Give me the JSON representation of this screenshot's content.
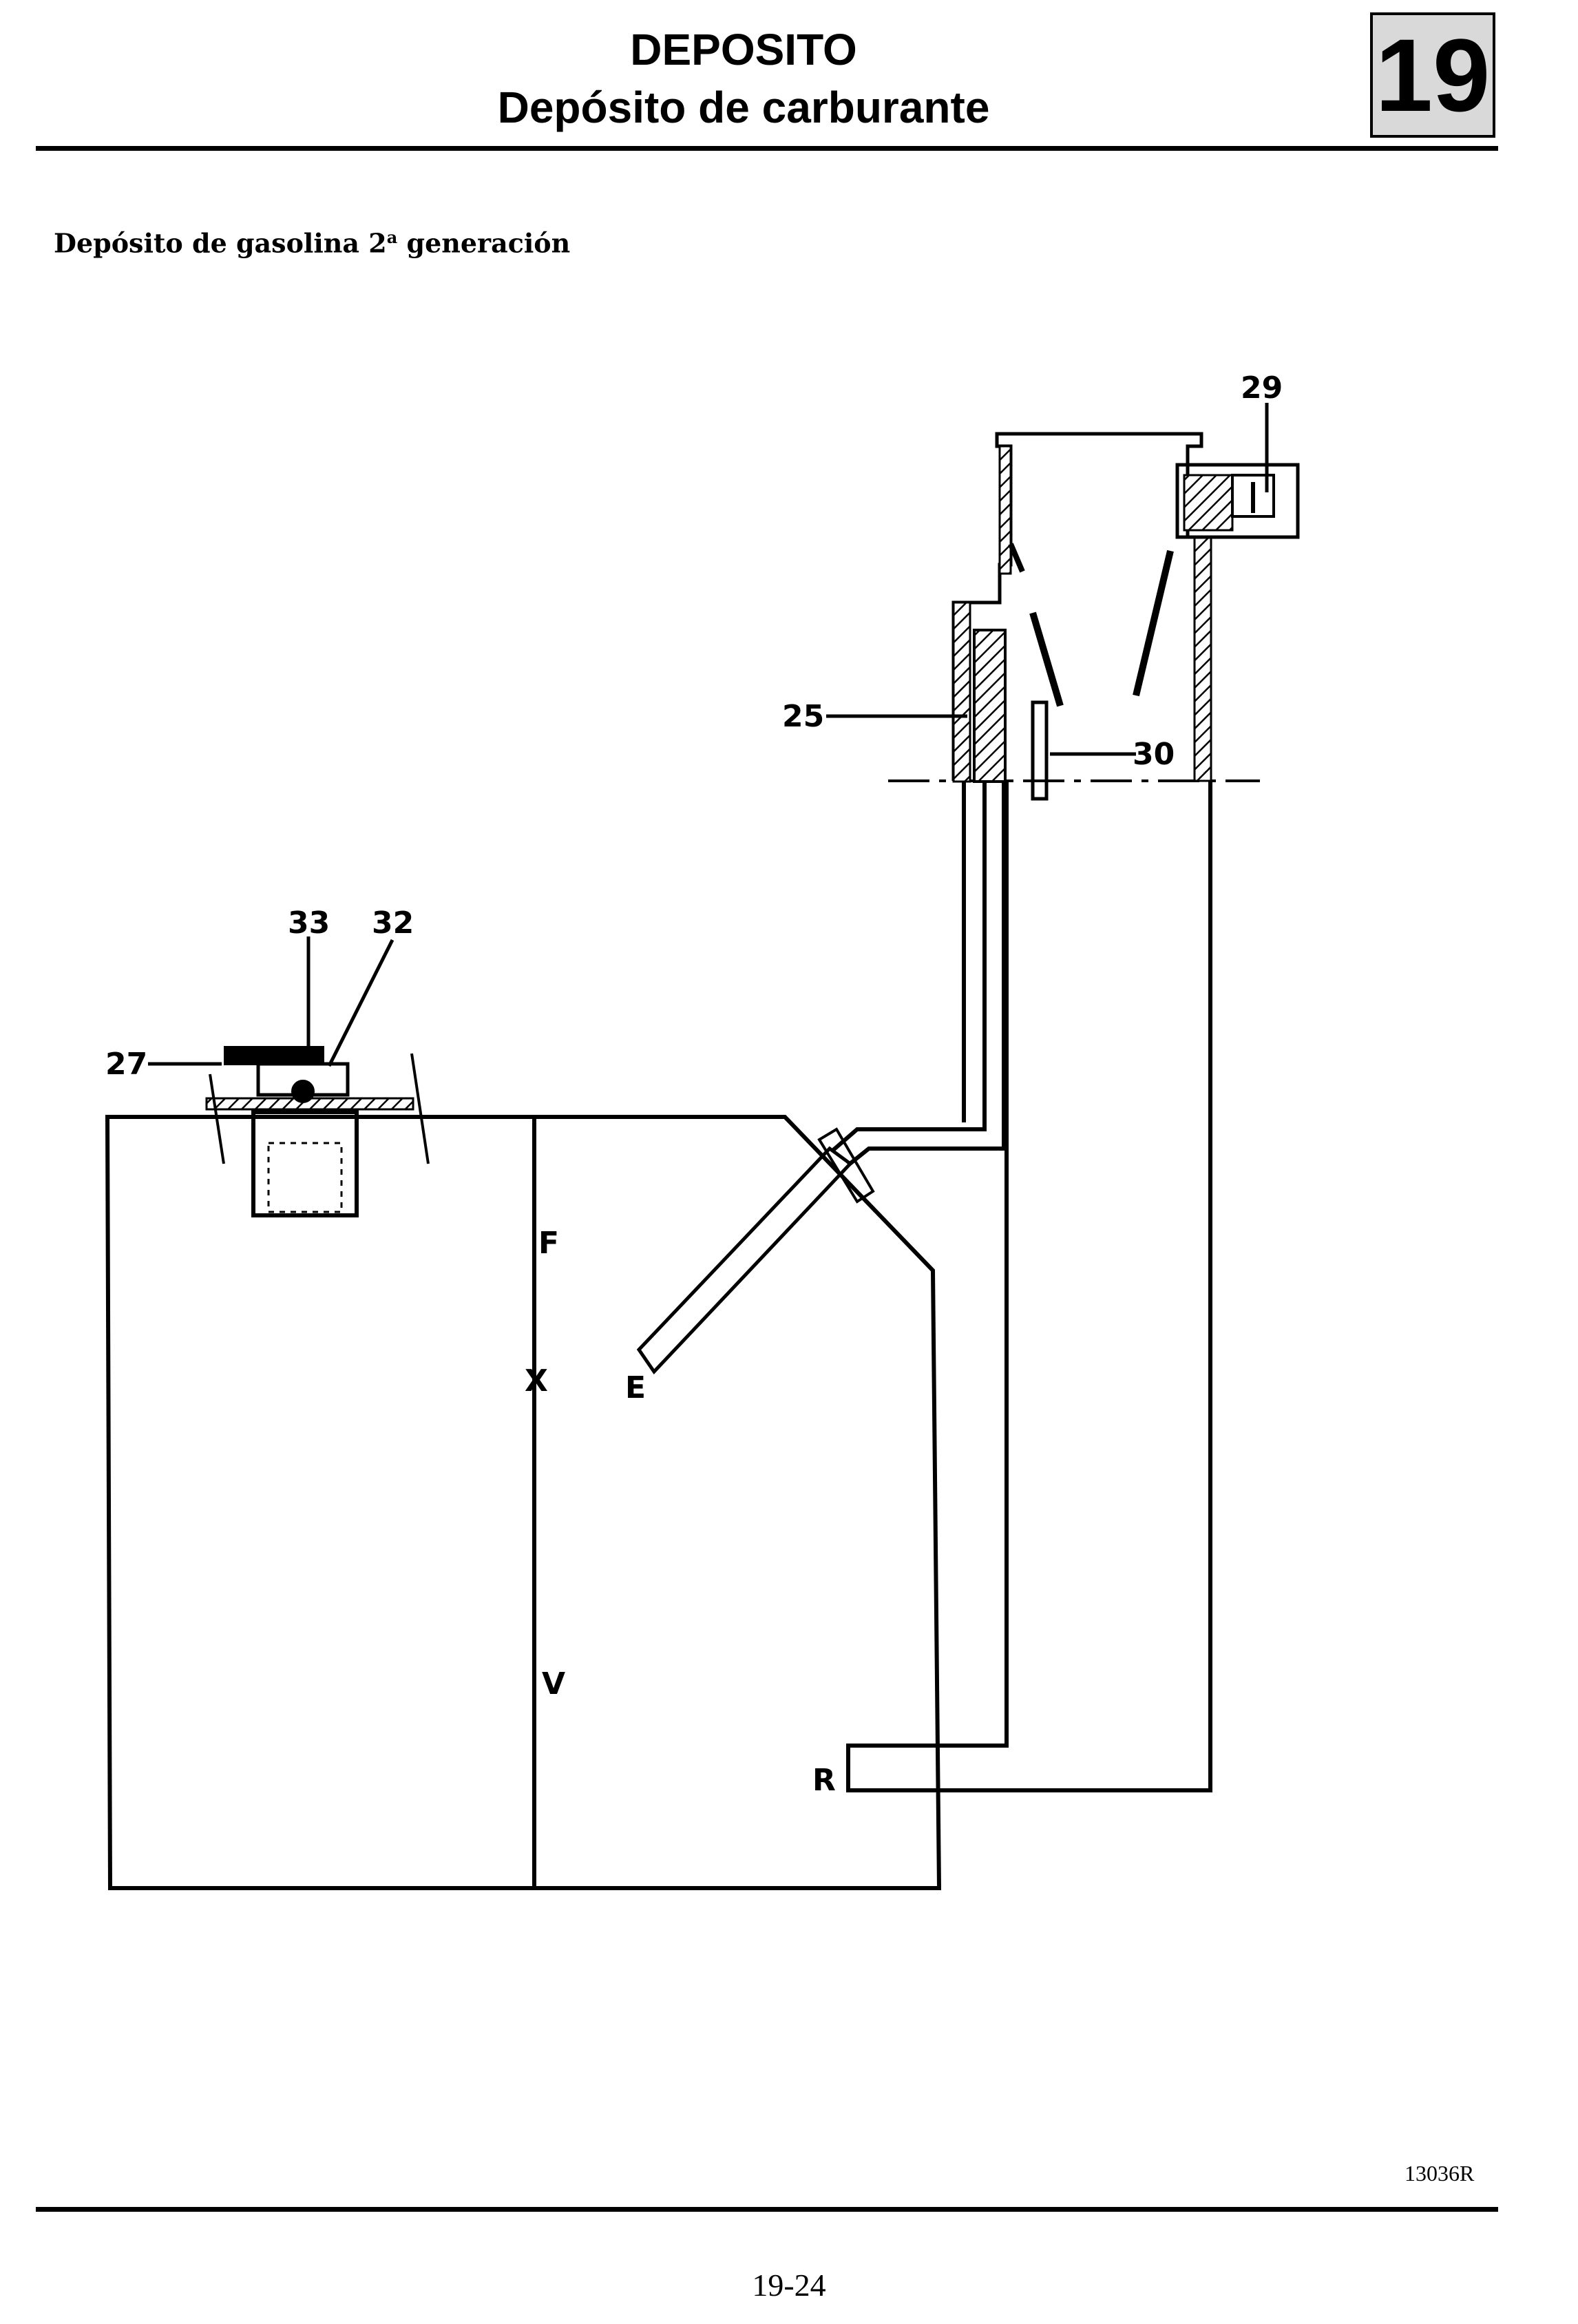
{
  "header": {
    "title_line1": "DEPOSITO",
    "title_line2": "Depósito de carburante",
    "chapter_number": "19"
  },
  "section": {
    "title_text": "Depósito de gasolina 2",
    "title_superscript": "a",
    "title_suffix": " generación"
  },
  "diagram": {
    "callouts": {
      "c25": "25",
      "c27": "27",
      "c29": "29",
      "c30": "30",
      "c32": "32",
      "c33": "33",
      "label_e": "E",
      "label_f": "F",
      "label_x": "X",
      "label_v": "V",
      "label_r": "R"
    }
  },
  "footer": {
    "figure_ref": "13036R",
    "page_number": "19-24"
  }
}
